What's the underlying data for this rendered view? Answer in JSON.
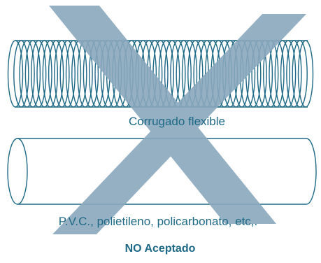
{
  "pipes": [
    {
      "label": "Corrugado flexible"
    },
    {
      "label": "P.V.C., polietileno, policarbonato, etc,."
    }
  ],
  "status": {
    "label": "NO Aceptado"
  },
  "colors": {
    "accent": "#1e6985",
    "cross": "#8aa8bd",
    "background": "#ffffff"
  },
  "icons": {
    "cross": "rejection-cross-icon"
  }
}
